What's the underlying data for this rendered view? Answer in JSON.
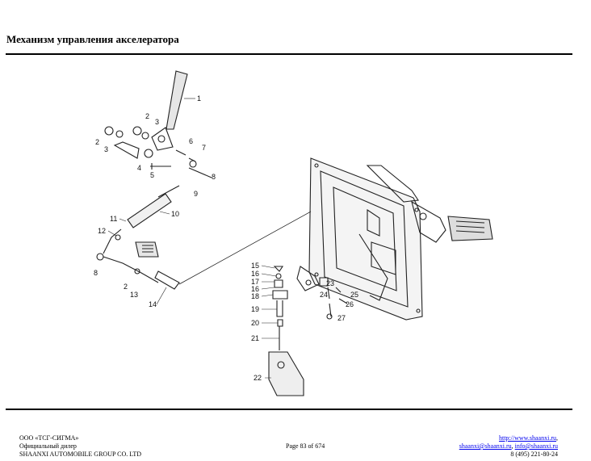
{
  "header": {
    "title": "Механизм управления акселератора"
  },
  "figure": {
    "callouts": [
      "1",
      "2",
      "3",
      "2",
      "3",
      "4",
      "5",
      "6",
      "7",
      "8",
      "9",
      "10",
      "11",
      "12",
      "8",
      "2",
      "13",
      "14",
      "15",
      "16",
      "17",
      "16",
      "18",
      "19",
      "20",
      "21",
      "22",
      "23",
      "24",
      "25",
      "26",
      "27"
    ]
  },
  "footer": {
    "company": "ООО «ТСГ-СИГМА»",
    "dealer": "Официальный дилер",
    "group": "SHAANXI AUTOMOBILE GROUP CO. LTD",
    "page": "Page 83 of 674",
    "url": "http://www.shaanxi.ru",
    "url_suffix": ",",
    "email1": "shaanxi@shaanxi.ru",
    "email_sep": ", ",
    "email2": "info@shaanxi.ru",
    "phone": "8 (495) 221-80-24"
  }
}
